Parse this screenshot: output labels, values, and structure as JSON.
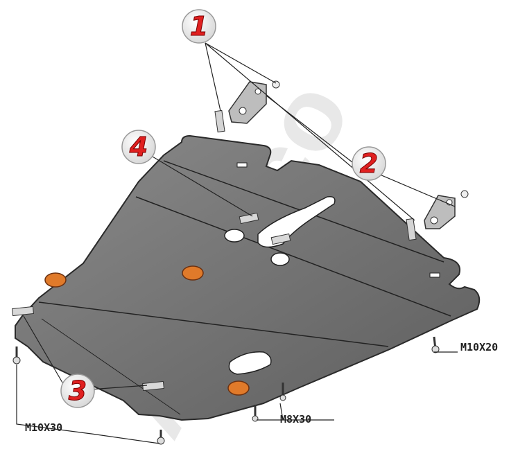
{
  "watermark": {
    "text": "ALFeco"
  },
  "callouts": [
    {
      "label": "1"
    },
    {
      "label": "2"
    },
    {
      "label": "3"
    },
    {
      "label": "4"
    }
  ],
  "fastener_specs": [
    {
      "label": "M10X20"
    },
    {
      "label": "M8X30"
    },
    {
      "label": "M10X30"
    }
  ]
}
